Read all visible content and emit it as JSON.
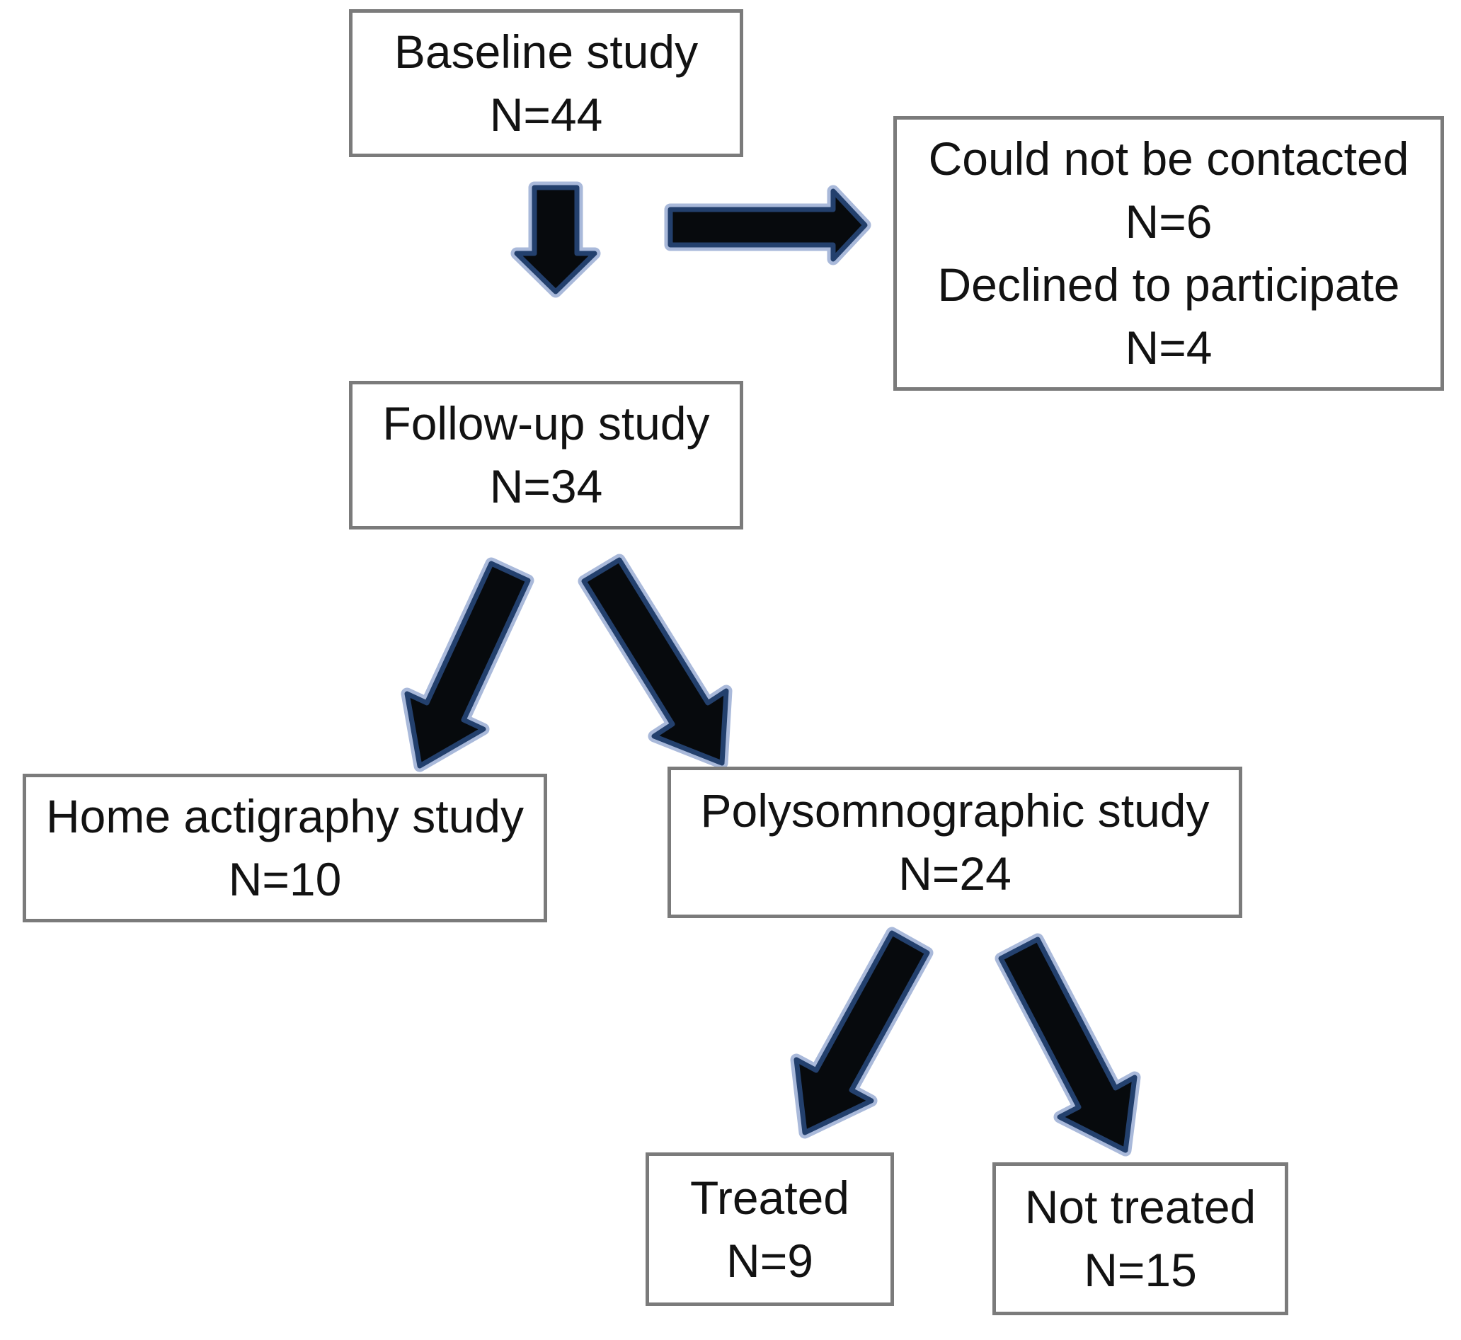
{
  "colors": {
    "page_background": "#ffffff",
    "box_background": "#ffffff",
    "box_border": "#7b7b7b",
    "text": "#121212",
    "arrow_fill": "#070a0d",
    "arrow_outline": "#23406d",
    "arrow_halo": "#a9b9da"
  },
  "boxes": {
    "baseline": {
      "lines": [
        "Baseline study",
        "N=44"
      ]
    },
    "excluded": {
      "lines": [
        "Could not be contacted",
        "N=6",
        "Declined to participate",
        "N=4"
      ]
    },
    "followup": {
      "lines": [
        "Follow-up study",
        "N=34"
      ]
    },
    "home_actigraphy": {
      "lines": [
        "Home actigraphy study",
        "N=10"
      ]
    },
    "polysomnographic": {
      "lines": [
        "Polysomnographic study",
        "N=24"
      ]
    },
    "treated": {
      "lines": [
        "Treated",
        "N=9"
      ]
    },
    "not_treated": {
      "lines": [
        "Not treated",
        "N=15"
      ]
    }
  },
  "edges": [
    {
      "from": "Baseline study",
      "to": "Follow-up study"
    },
    {
      "from": "Baseline study",
      "to": "Could not be contacted / Declined to participate"
    },
    {
      "from": "Follow-up study",
      "to": "Home actigraphy study"
    },
    {
      "from": "Follow-up study",
      "to": "Polysomnographic study"
    },
    {
      "from": "Polysomnographic study",
      "to": "Treated"
    },
    {
      "from": "Polysomnographic study",
      "to": "Not treated"
    }
  ]
}
